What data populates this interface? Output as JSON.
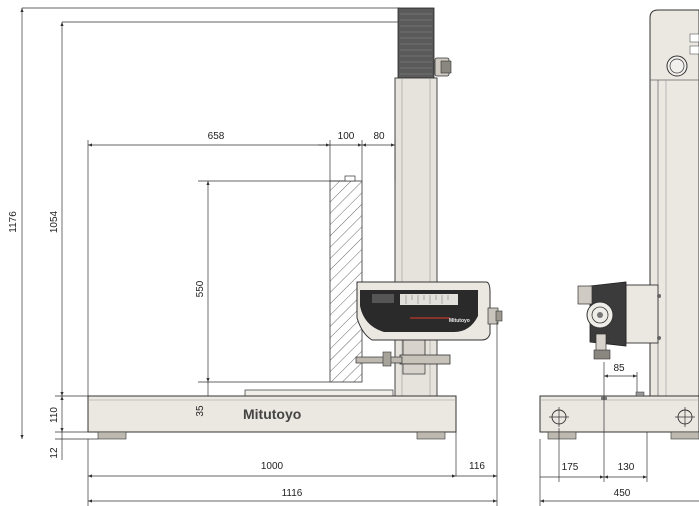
{
  "colors": {
    "body": "#ebe8e2",
    "outline": "#333333",
    "dark": "#2a2a2a",
    "column": "#dcd9d3",
    "accent_red": "#c0392b"
  },
  "front_view": {
    "dimensions": {
      "overall_height": "1176",
      "column_height": "1054",
      "base_height": "110",
      "foot_height": "12",
      "width_658": "658",
      "width_100": "100",
      "width_80": "80",
      "stroke_550": "550",
      "table_35": "35",
      "base_width": "1000",
      "overhang": "116",
      "overall_width": "1116"
    },
    "brand": "Mitutoyo",
    "detector_brand": "Mitutoyo"
  },
  "side_view": {
    "dimensions": {
      "offset_85": "85",
      "offset_175": "175",
      "offset_130": "130",
      "depth_450": "450"
    }
  }
}
